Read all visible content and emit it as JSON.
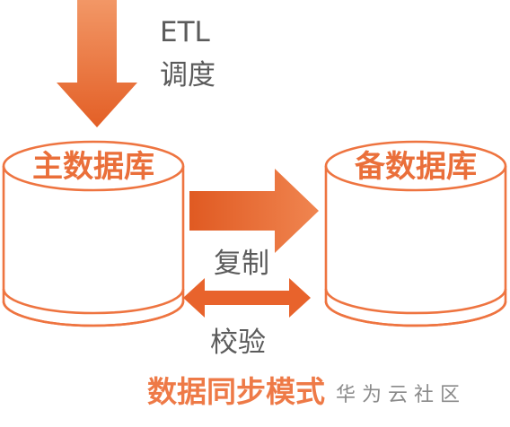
{
  "etl_label_line1": "ETL",
  "etl_label_line2": "调度",
  "primary_db_label": "主数据库",
  "standby_db_label": "备数据库",
  "replicate_label": "复制",
  "verify_label": "校验",
  "diagram_title": "数据同步模式",
  "watermark": "华 为 云 社 区",
  "colors": {
    "accent": "#ea6f3a",
    "arrow": "#e8632c",
    "text_gray": "#5b5b5b",
    "watermark_gray": "#8a8a8a"
  },
  "icons": {
    "primary_db": "database-cylinder-icon",
    "standby_db": "database-cylinder-icon",
    "etl_arrow": "arrow-down-icon",
    "replicate_arrow": "arrow-right-icon",
    "verify_arrow": "double-headed-arrow-icon"
  }
}
